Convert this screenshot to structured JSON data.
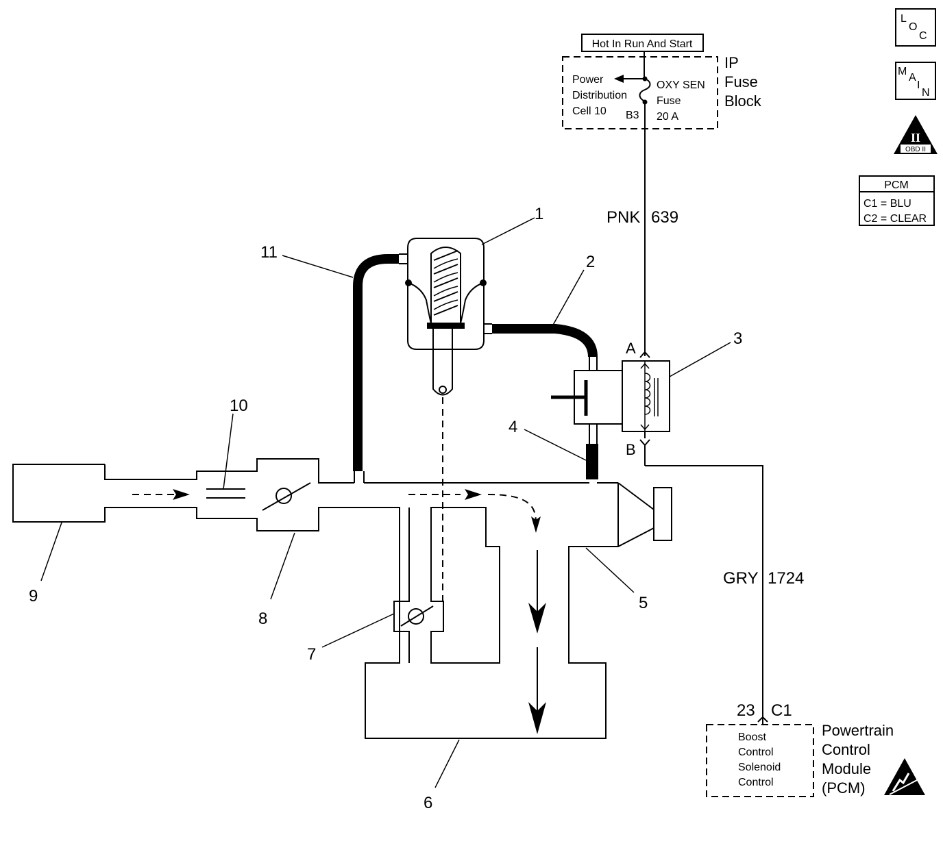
{
  "power_source": {
    "label": "Hot In Run And Start"
  },
  "fuse_block": {
    "title_lines": [
      "IP",
      "Fuse",
      "Block"
    ],
    "distribution_lines": [
      "Power",
      "Distribution",
      "Cell 10"
    ],
    "fuse_lines": [
      "OXY SEN",
      "Fuse",
      "20 A"
    ],
    "terminal": "B3"
  },
  "wires": {
    "upper": {
      "color": "PNK",
      "circuit": "639"
    },
    "lower": {
      "color": "GRY",
      "circuit": "1724"
    }
  },
  "solenoid_pins": {
    "a": "A",
    "b": "B"
  },
  "pcm": {
    "pin": "23",
    "connector": "C1",
    "inner_lines": [
      "Boost",
      "Control",
      "Solenoid",
      "Control"
    ],
    "title_lines": [
      "Powertrain",
      "Control",
      "Module",
      "(PCM)"
    ]
  },
  "icons": {
    "loc": [
      "L",
      "O",
      "C"
    ],
    "main": [
      "M",
      "A",
      "I",
      "N"
    ],
    "obd": {
      "numeral": "II",
      "label": "OBD II"
    },
    "esd": "esd-warning-icon"
  },
  "connector_table": {
    "header": "PCM",
    "rows": [
      "C1 = BLU",
      "C2 = CLEAR"
    ]
  },
  "callouts": [
    "1",
    "2",
    "3",
    "4",
    "5",
    "6",
    "7",
    "8",
    "9",
    "10",
    "11"
  ]
}
